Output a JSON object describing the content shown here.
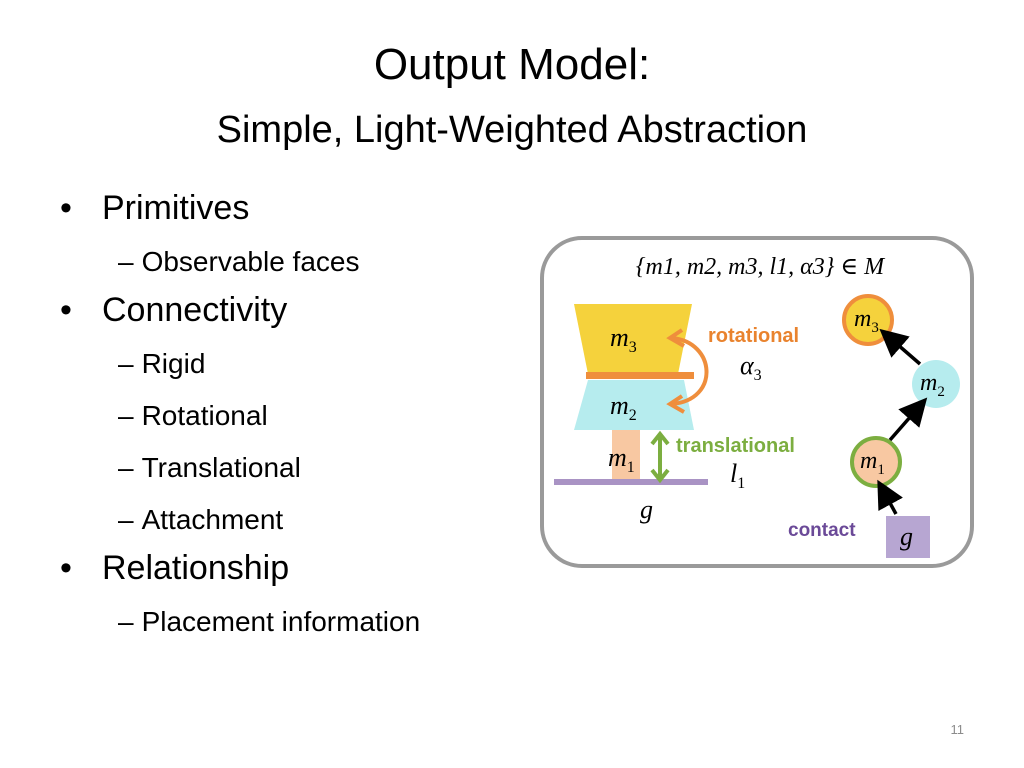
{
  "slide": {
    "title": "Output Model:",
    "subtitle": "Simple, Light-Weighted Abstraction",
    "number": "11"
  },
  "bullets": [
    {
      "label": "Primitives",
      "subs": [
        "Observable faces"
      ]
    },
    {
      "label": "Connectivity",
      "subs": [
        "Rigid",
        "Rotational",
        "Translational",
        "Attachment"
      ]
    },
    {
      "label": "Relationship",
      "subs": [
        "Placement information"
      ]
    }
  ],
  "dash": "–",
  "diagram": {
    "set_expression": "{m1, m2, m3, l1, α3} ∈ M",
    "rotational_label": "rotational",
    "translational_label": "translational",
    "contact_label": "contact",
    "m1": "m",
    "m1_sub": "1",
    "m2": "m",
    "m2_sub": "2",
    "m3": "m",
    "m3_sub": "3",
    "alpha": "α",
    "alpha_sub": "3",
    "l": "l",
    "l_sub": "1",
    "g": "g",
    "colors": {
      "m3_fill": "#f5d23c",
      "m3_edge": "#ef8e3c",
      "m2_fill": "#b6ecee",
      "m1_fill": "#f8c8a2",
      "ground": "#a993c4",
      "g_box": "#b7a6d2",
      "rotational": "#e9832e",
      "translational": "#7cae40",
      "contact": "#6b4a98",
      "frame": "#9a9a9a"
    }
  }
}
